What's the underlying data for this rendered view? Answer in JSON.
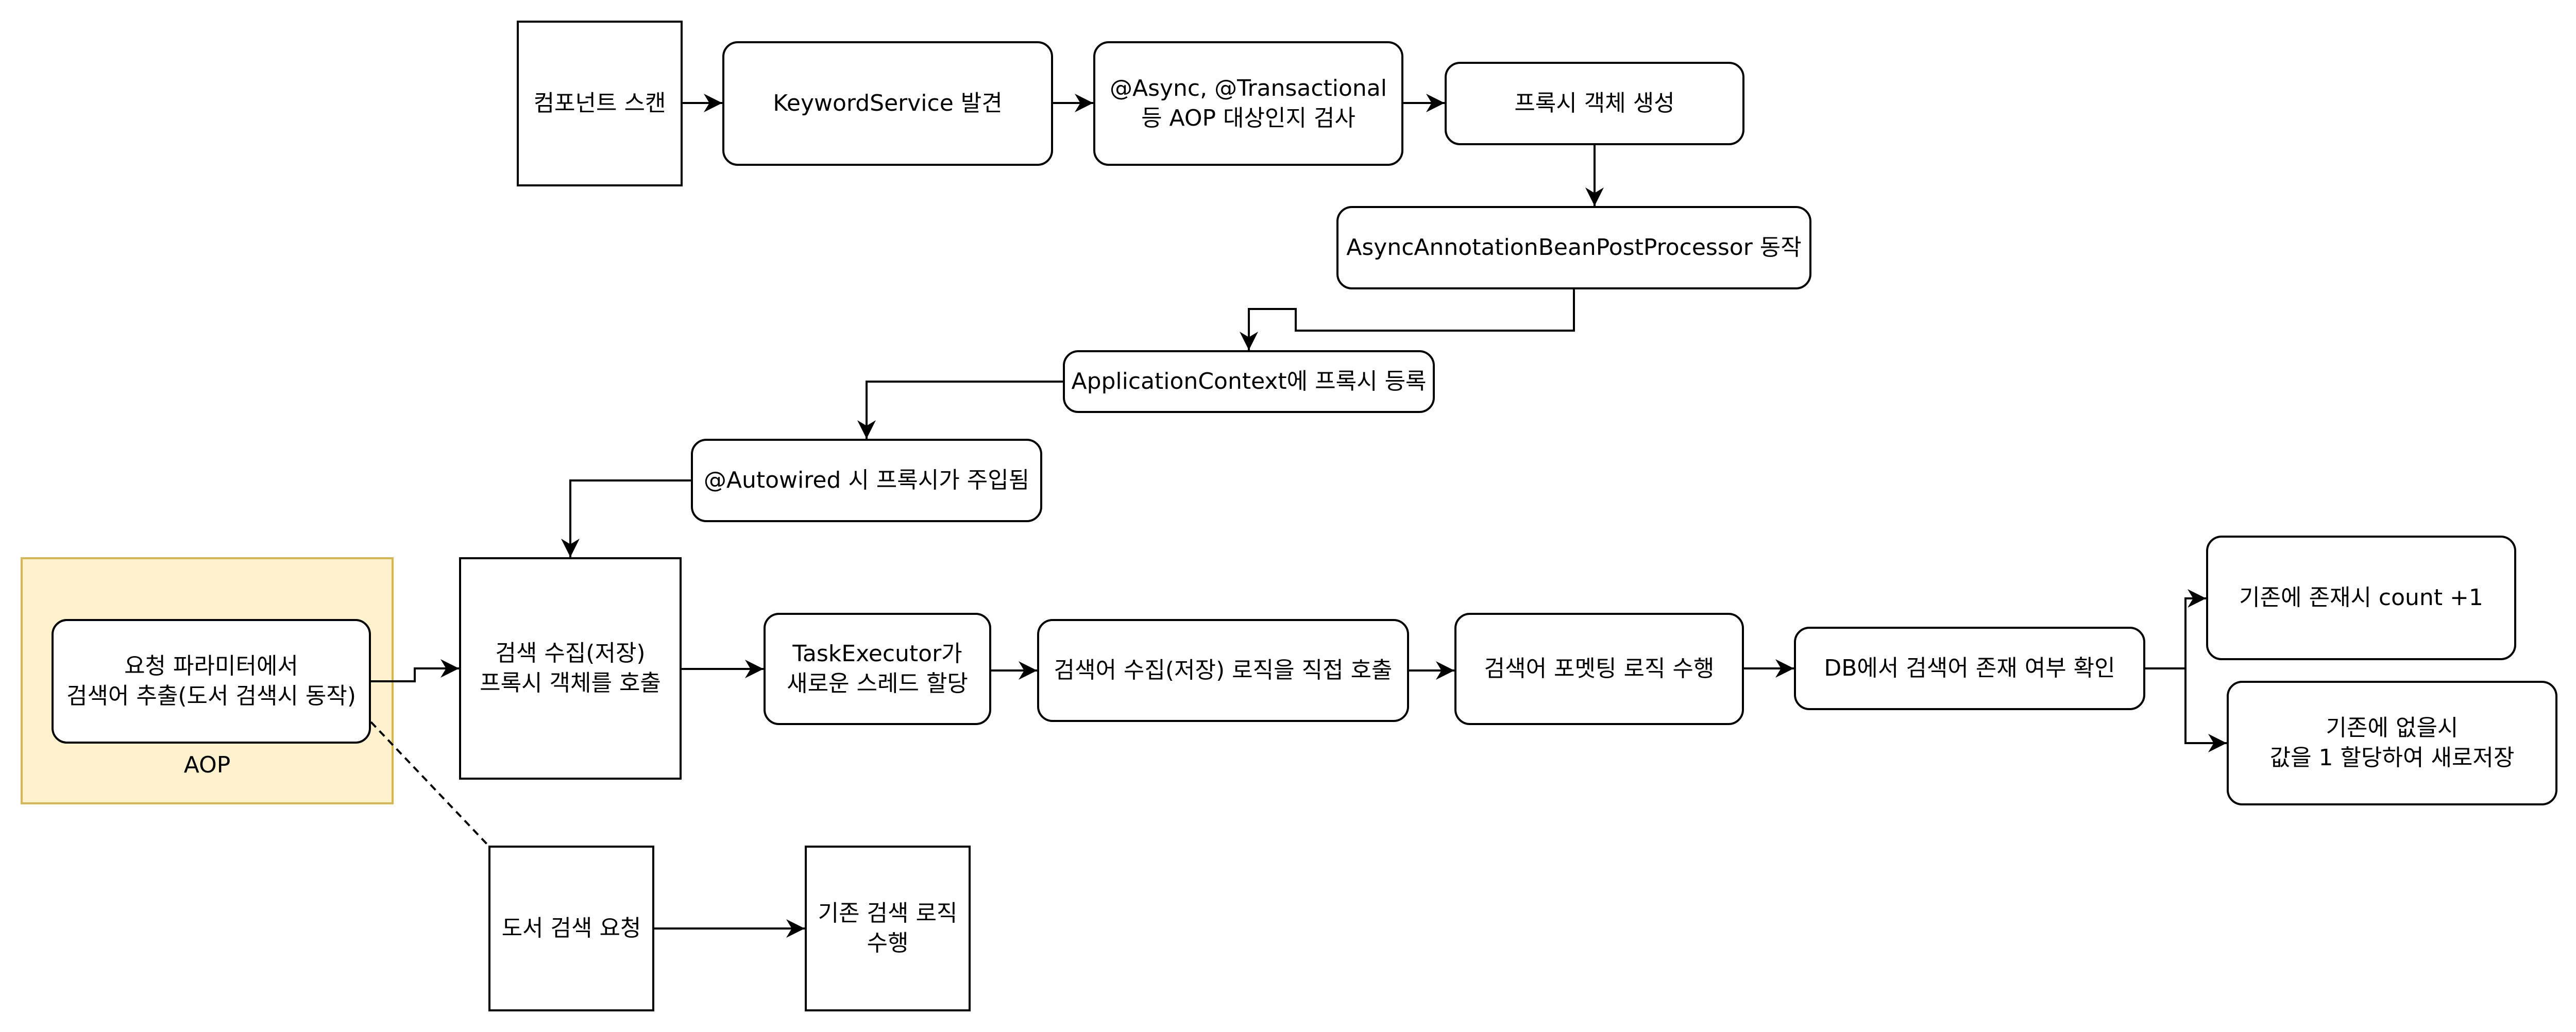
{
  "nodes": {
    "component_scan": "컴포넌트 스캔",
    "keyword_service": "KeywordService 발견",
    "aop_check": "@Async, @Transactional\n등 AOP 대상인지 검사",
    "proxy_create": "프록시 객체 생성",
    "async_bpp": "AsyncAnnotationBeanPostProcessor 동작",
    "app_context": "ApplicationContext에 프록시 등록",
    "autowired": "@Autowired 시 프록시가 주입됨",
    "extract_keyword": "요청 파라미터에서\n검색어 추출(도서 검색시 동작)",
    "call_proxy": "검색 수집(저장)\n프록시 객체를 호출",
    "task_executor": "TaskExecutor가\n새로운 스레드 할당",
    "direct_call": "검색어 수집(저장) 로직을 직접 호출",
    "formatting": "검색어 포멧팅 로직 수행",
    "db_check": "DB에서 검색어 존재 여부 확인",
    "exists": "기존에 존재시 count +1",
    "not_exists": "기존에 없을시\n값을 1 할당하여 새로저장",
    "book_search": "도서 검색 요청",
    "existing_logic": "기존 검색 로직\n수행"
  },
  "groups": {
    "aop_label": "AOP"
  },
  "colors": {
    "aop_fill": "#fff2cc",
    "aop_stroke": "#d6b656",
    "stroke": "#000000"
  }
}
